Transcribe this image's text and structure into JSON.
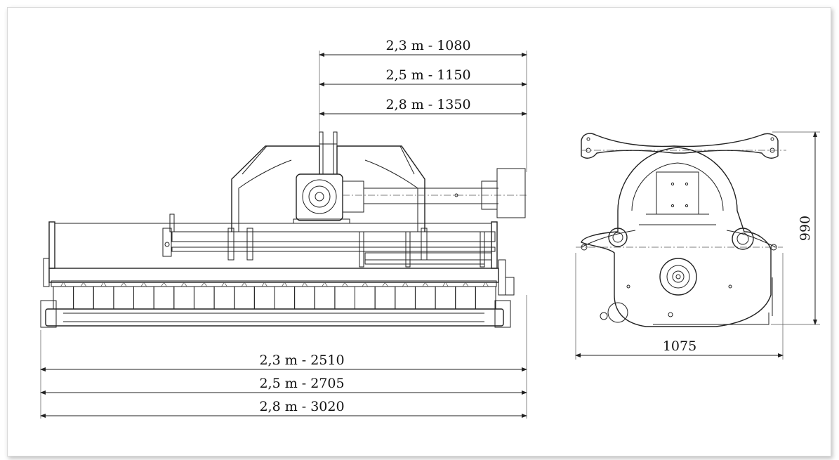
{
  "dimensions": {
    "top": [
      "2,3 m - 1080",
      "2,5 m - 1150",
      "2,8 m - 1350"
    ],
    "bottom": [
      "2,3 m - 2510",
      "2,5 m - 2705",
      "2,8 m - 3020"
    ],
    "side_width": "1075",
    "side_height": "990"
  },
  "colors": {
    "line": "#222222",
    "background": "#ffffff"
  }
}
